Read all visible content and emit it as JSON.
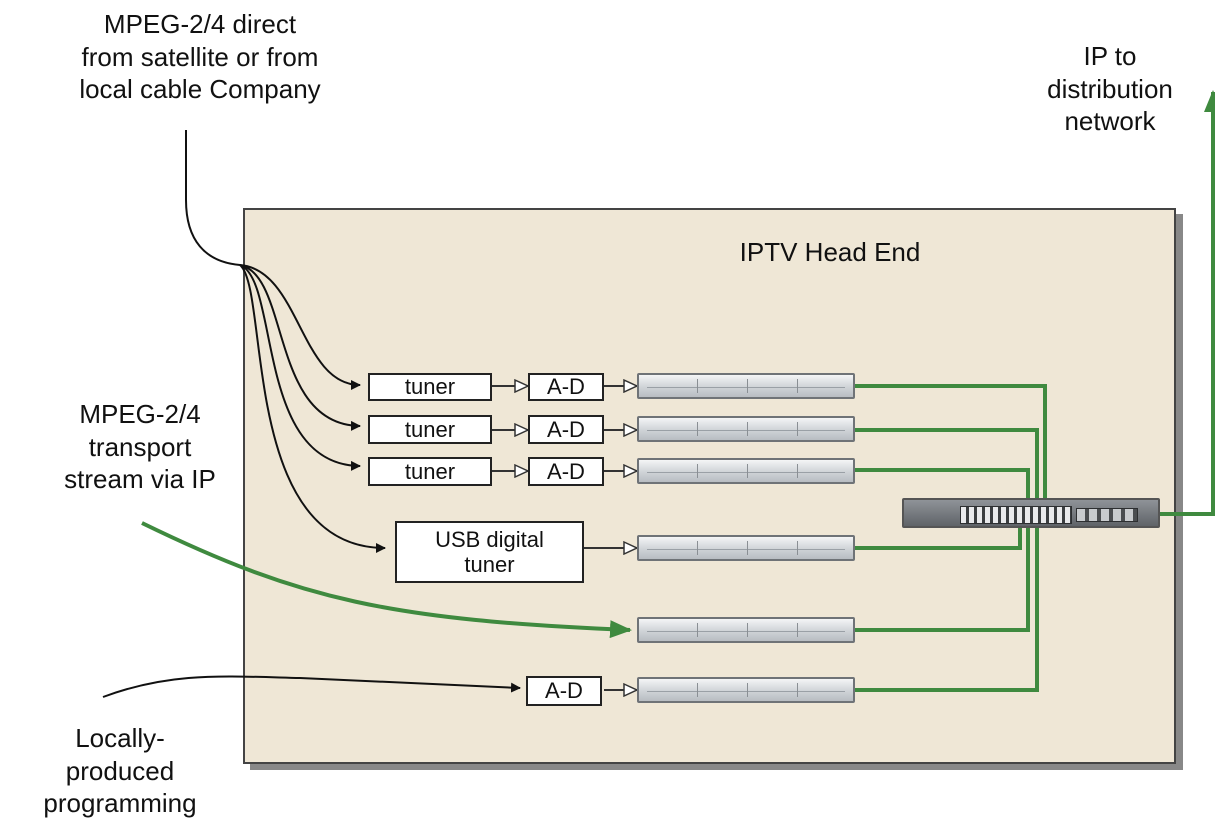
{
  "headend": {
    "title": "IPTV Head End"
  },
  "sources": {
    "satellite": [
      "MPEG-2/4 direct",
      "from satellite or from",
      "local cable Company"
    ],
    "transport": [
      "MPEG-2/4",
      "transport",
      "stream via IP"
    ],
    "local": [
      "Locally-",
      "produced",
      "programming"
    ],
    "output": [
      "IP to",
      "distribution",
      "network"
    ]
  },
  "boxes": {
    "tuner": "tuner",
    "ad": "A-D",
    "usb_line1": "USB digital",
    "usb_line2": "tuner"
  },
  "colors": {
    "headend_fill": "#efe7d6",
    "ip_link": "#3f8a3f",
    "analog_link": "#222222"
  },
  "icons": {
    "server": "rack-server-icon",
    "switch": "network-switch-icon"
  }
}
